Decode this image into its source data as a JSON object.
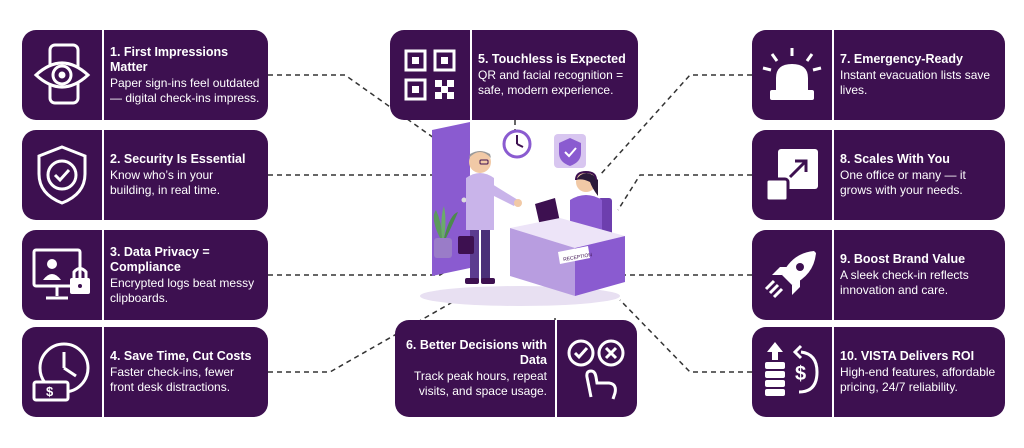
{
  "colors": {
    "card": "#3d1050",
    "text": "#ffffff",
    "accent": "#8a5bd0",
    "connector": "#333333"
  },
  "cards": [
    {
      "title": "1. First Impressions Matter",
      "body": "Paper sign-ins feel outdated — digital check-ins impress.",
      "icon": "eye-on-phone-icon"
    },
    {
      "title": "2. Security Is Essential",
      "body": "Know who’s in your building, in real time.",
      "icon": "shield-check-icon"
    },
    {
      "title": "3. Data Privacy = Compliance",
      "body": "Encrypted logs beat messy clipboards.",
      "icon": "monitor-lock-icon"
    },
    {
      "title": "4. Save Time, Cut Costs",
      "body": "Faster check-ins, fewer front desk distractions.",
      "icon": "clock-cash-icon"
    },
    {
      "title": "5. Touchless is Expected",
      "body": "QR and facial recognition = safe, modern experience.",
      "icon": "qr-code-icon"
    },
    {
      "title": "6. Better Decisions with Data",
      "body": "Track peak hours, repeat visits, and space usage.",
      "icon": "check-cross-hand-icon"
    },
    {
      "title": "7. Emergency-Ready",
      "body": "Instant evacuation lists save lives.",
      "icon": "alarm-light-icon"
    },
    {
      "title": "8. Scales With You",
      "body": "One office or many — it grows with your needs.",
      "icon": "scale-arrow-icon"
    },
    {
      "title": "9. Boost Brand Value",
      "body": "A sleek check-in reflects innovation and care.",
      "icon": "rocket-icon"
    },
    {
      "title": "10. VISTA Delivers ROI",
      "body": "High-end features, affordable pricing, 24/7 reliability.",
      "icon": "coins-dollar-icon"
    }
  ],
  "illustration": {
    "desk_sign": "RECEPTION"
  }
}
